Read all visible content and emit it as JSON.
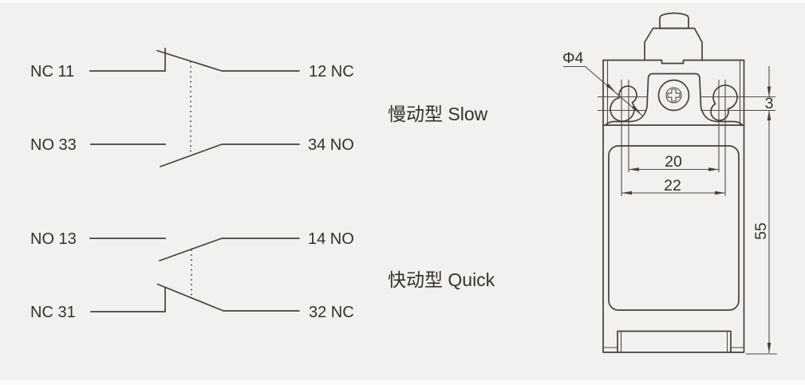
{
  "page": {
    "background_color": "#f2f1ef",
    "line_color": "#46403b",
    "text_color": "#34302b"
  },
  "circuits": {
    "slow": {
      "label": "慢动型 Slow",
      "rows": [
        {
          "left": "NC 11",
          "right": "12 NC"
        },
        {
          "left": "NO 33",
          "right": "34 NO"
        }
      ]
    },
    "quick": {
      "label": "快动型 Quick",
      "rows": [
        {
          "left": "NO 13",
          "right": "14 NO"
        },
        {
          "left": "NC 31",
          "right": "32 NC"
        }
      ]
    }
  },
  "drawing": {
    "dimensions": {
      "hole_diameter": "Φ4",
      "hole_center_offset": "3",
      "hole_spacing_inner": "20",
      "hole_spacing_outer": "22",
      "overall_height": "55"
    }
  }
}
